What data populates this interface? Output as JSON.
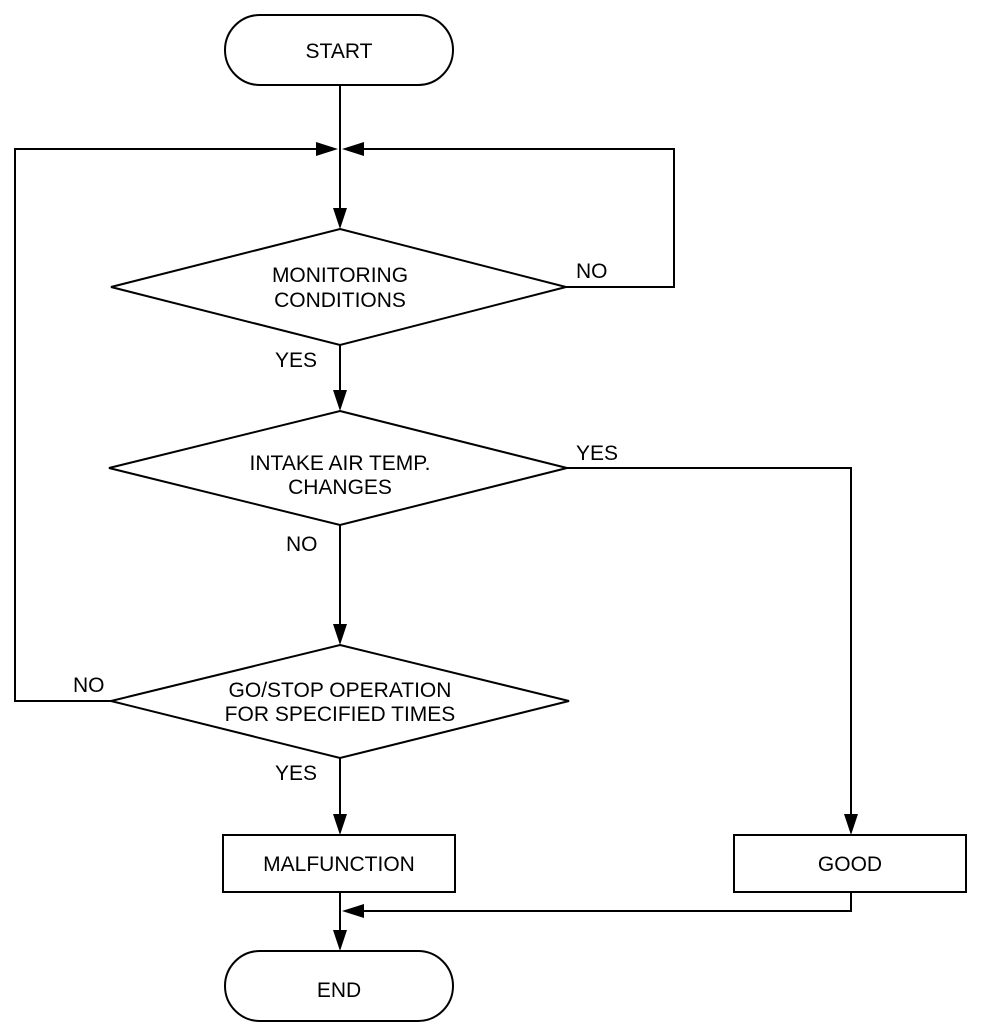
{
  "diagram": {
    "type": "flowchart",
    "colors": {
      "stroke": "#000000",
      "background": "#ffffff",
      "text": "#000000"
    },
    "nodes": {
      "start": {
        "kind": "terminator",
        "lines": [
          "START"
        ]
      },
      "monitoring": {
        "kind": "decision",
        "lines": [
          "MONITORING",
          "CONDITIONS"
        ]
      },
      "intake": {
        "kind": "decision",
        "lines": [
          "INTAKE AIR TEMP.",
          "CHANGES"
        ]
      },
      "gostop": {
        "kind": "decision",
        "lines": [
          "GO/STOP OPERATION",
          "FOR SPECIFIED TIMES"
        ]
      },
      "malfunction": {
        "kind": "process",
        "lines": [
          "MALFUNCTION"
        ]
      },
      "good": {
        "kind": "process",
        "lines": [
          "GOOD"
        ]
      },
      "end": {
        "kind": "terminator",
        "lines": [
          "END"
        ]
      }
    },
    "edges": [
      {
        "from": "start",
        "to": "monitoring",
        "label": ""
      },
      {
        "from": "monitoring",
        "to": "monitoring",
        "label": "NO"
      },
      {
        "from": "monitoring",
        "to": "intake",
        "label": "YES"
      },
      {
        "from": "intake",
        "to": "good",
        "label": "YES"
      },
      {
        "from": "intake",
        "to": "gostop",
        "label": "NO"
      },
      {
        "from": "gostop",
        "to": "monitoring",
        "label": "NO"
      },
      {
        "from": "gostop",
        "to": "malfunction",
        "label": "YES"
      },
      {
        "from": "malfunction",
        "to": "end",
        "label": ""
      },
      {
        "from": "good",
        "to": "end",
        "label": ""
      }
    ]
  }
}
